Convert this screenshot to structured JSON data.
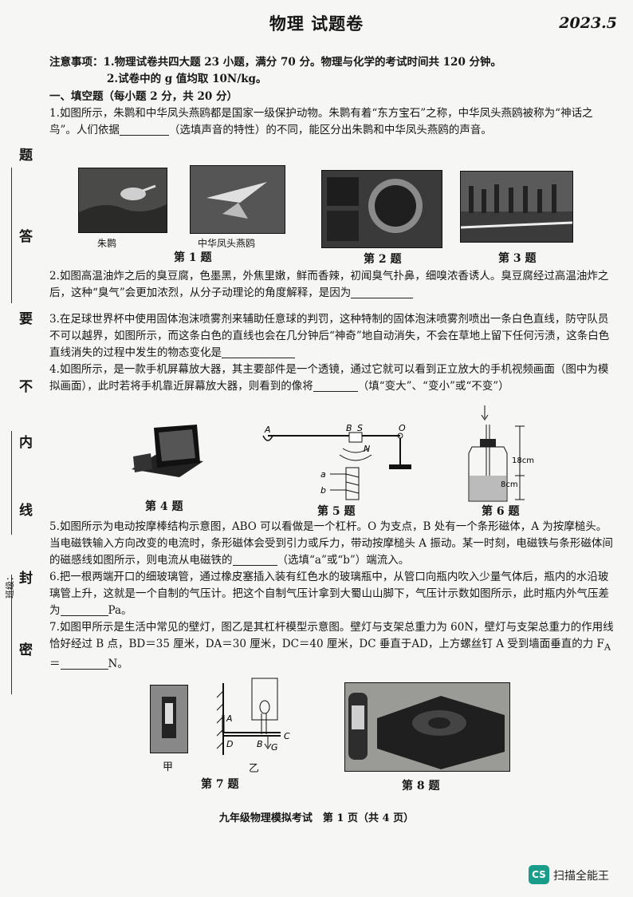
{
  "header": {
    "title": "物理 试题卷",
    "date": "2023.5"
  },
  "margin": {
    "chars": [
      "题",
      "答",
      "要",
      "不",
      "内",
      "线",
      "封",
      "密"
    ],
    "label": "班级："
  },
  "notes": {
    "line1": "注意事项：1.物理试卷共四大题 23 小题，满分 70 分。物理与化学的考试时间共 120 分钟。",
    "line2": "2.试卷中的 g 值均取 10N/kg。"
  },
  "section1": {
    "heading": "一、填空题（每小题 2 分，共 20 分）"
  },
  "questions": {
    "q1": {
      "a": "1.如图所示，朱鹮和中华凤头燕鸥都是国家一级保护动物。朱鹮有着“东方宝石”之称，中华凤头燕鸥被称为“神话之鸟”。人们依据",
      "b": "（选填声音的特性）的不同，能区分出朱鹮和中华凤头燕鸥的声音。"
    },
    "q2": {
      "a": "2.如图高温油炸之后的臭豆腐，色墨黑，外焦里嫩，鲜而香辣，初闻臭气扑鼻，细嗅浓香诱人。臭豆腐经过高温油炸之后，这种“臭气”会更加浓烈，从分子动理论的角度解释，是因为"
    },
    "q3": {
      "a": "3.在足球世界杯中使用固体泡沫喷雾剂来辅助任意球的判罚，这种特制的固体泡沫喷雾剂喷出一条白色直线，防守队员不可以越界，如图所示，而这条白色的直线也会在几分钟后“神奇”地自动消失，不会在草地上留下任何污渍，这条白色直线消失的过程中发生的物态变化是"
    },
    "q4": {
      "a": "4.如图所示，是一款手机屏幕放大器，其主要部件是一个透镜，通过它就可以看到正立放大的手机视频画面（图中为模拟画面），此时若将手机靠近屏幕放大器，则看到的像将",
      "b": "（填“变大”、“变小”或“不变”）"
    },
    "q5": {
      "a": "5.如图所示为电动按摩棒结构示意图，ABO 可以看做是一个杠杆。O 为支点，B 处有一个条形磁体，A 为按摩槌头。当电磁铁输入方向改变的电流时，条形磁体会受到引力或斥力，带动按摩槌头 A 振动。某一时刻，电磁铁与条形磁体间的磁感线如图所示，则电流从电磁铁的",
      "b": "（选填“a”或“b”）端流入。"
    },
    "q6": {
      "a": "6.把一根两端开口的细玻璃管，通过橡皮塞插入装有红色水的玻璃瓶中，从管口向瓶内吹入少量气体后，瓶内的水沿玻璃管上升，这就是一个自制的气压计。把这个自制气压计拿到大蜀山山脚下，气压计示数如图所示，此时瓶内外气压差为",
      "b": "Pa。"
    },
    "q7": {
      "a": "7.如图甲所示是生活中常见的壁灯，图乙是其杠杆模型示意图。壁灯与支架总重力为 60N，壁灯与支架总重力的作用线恰好经过 B 点，BD＝35 厘米，DA＝30 厘米，DC＝40 厘米，DC 垂直于AD，上方螺丝钉 A 受到墙面垂直的力 F",
      "sub": "A",
      "c": "＝",
      "b": "N。"
    }
  },
  "figures": {
    "row1": {
      "photo1_caption": "朱鹮",
      "photo2_caption": "中华凤头燕鸥",
      "fig1": "第 1 题",
      "fig2": "第 2 题",
      "fig3": "第 3 题"
    },
    "row2": {
      "fig4": "第 4 题",
      "fig5": "第 5 题",
      "fig6": "第 6 题",
      "fig5_labels": {
        "A": "A",
        "B": "B",
        "S": "S",
        "N": "N",
        "O": "O",
        "a": "a",
        "b": "b"
      },
      "fig6_labels": {
        "h1": "18cm",
        "h2": "8cm"
      }
    },
    "row3": {
      "fig7": "第 7 题",
      "fig8": "第 8 题",
      "jia": "甲",
      "yi": "乙",
      "fig7_labels": {
        "A": "A",
        "D": "D",
        "B": "B",
        "G": "G",
        "C": "C"
      }
    }
  },
  "footer": {
    "text": "九年级物理模拟考试　第 1 页（共 4 页）"
  },
  "badge": {
    "logo": "CS",
    "text": "扫描全能王"
  }
}
